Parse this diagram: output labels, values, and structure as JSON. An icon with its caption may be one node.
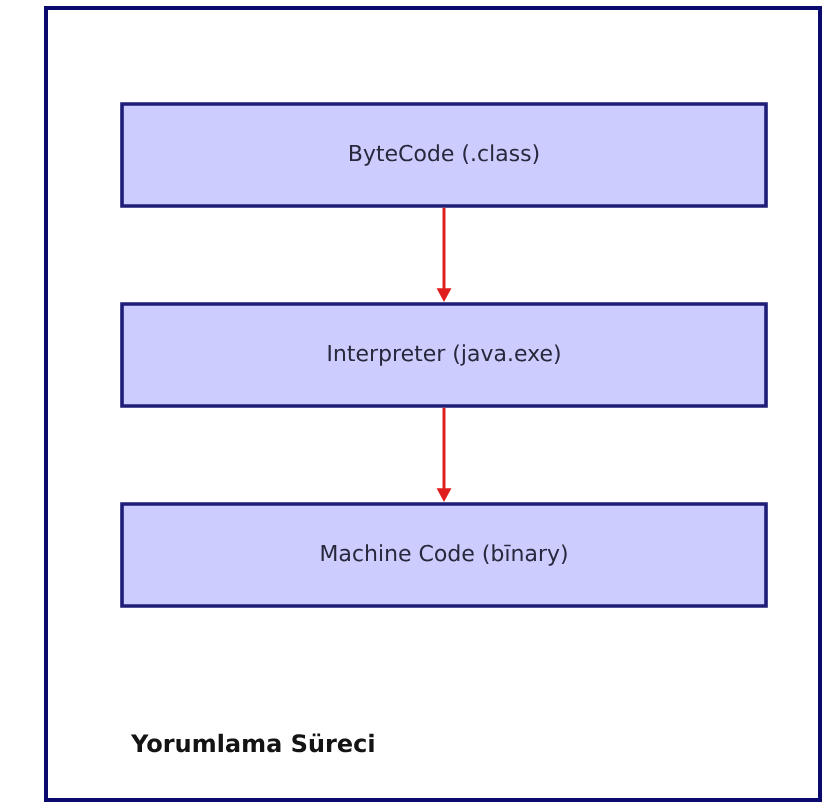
{
  "diagram": {
    "nodes": [
      {
        "text": [
          "Yorumlama Süreci"
        ]
      },
      {
        "text": [
          "ByteCode (.class)"
        ],
        "in": 0
      },
      {
        "text": [
          "Interpreter (java.exe)"
        ],
        "in": 0
      },
      {
        "text": [
          "Machine Code (bīnary)"
        ],
        "in": 0
      }
    ],
    "edges": [
      {
        "from": 1,
        "to": 2,
        "arrow": "to"
      },
      {
        "from": 2,
        "to": 3,
        "arrow": "to"
      }
    ]
  }
}
